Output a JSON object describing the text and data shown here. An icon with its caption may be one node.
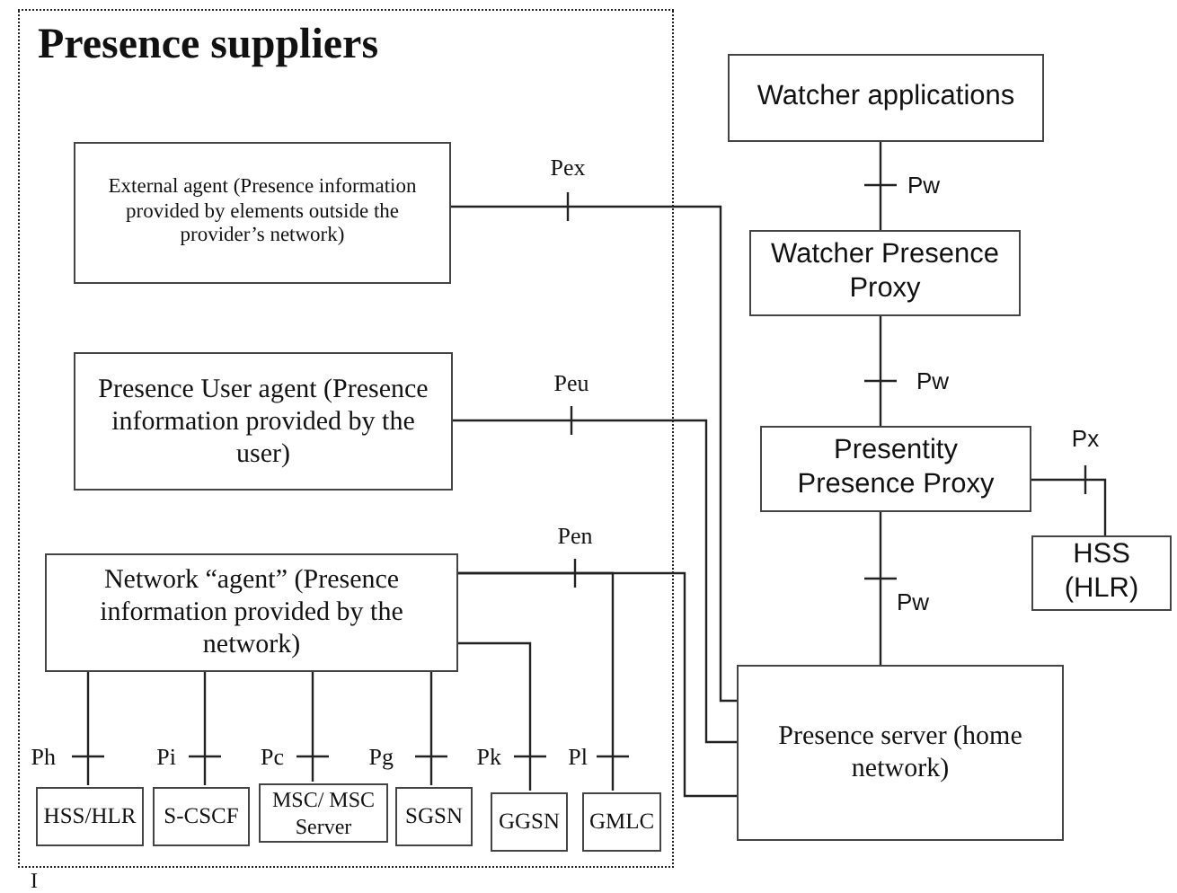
{
  "diagram": {
    "nodes": [
      {
        "text": [
          "Presence suppliers"
        ]
      },
      {
        "text": [
          "External agent (Presence information provided by elements outside the provider’s network)"
        ],
        "in": 0
      },
      {
        "text": [
          "Presence User agent (Presence information provided by the user)"
        ],
        "in": 0
      },
      {
        "text": [
          "Network “agent” (Presence information provided by the network)"
        ],
        "in": 0
      },
      {
        "text": [
          "HSS/HLR"
        ],
        "in": 0
      },
      {
        "text": [
          "S-CSCF"
        ],
        "in": 0
      },
      {
        "text": [
          "MSC/ MSC Server"
        ],
        "in": 0
      },
      {
        "text": [
          "SGSN"
        ],
        "in": 0
      },
      {
        "text": [
          "GGSN"
        ],
        "in": 0
      },
      {
        "text": [
          "GMLC"
        ],
        "in": 0
      },
      {
        "text": [
          "Watcher applications"
        ]
      },
      {
        "text": [
          "Watcher Presence Proxy"
        ]
      },
      {
        "text": [
          "Presentity Presence Proxy"
        ]
      },
      {
        "text": [
          "HSS (HLR)"
        ]
      },
      {
        "text": [
          "Presence server (home network)"
        ]
      }
    ],
    "edges": [
      {
        "from": 1,
        "to": 14,
        "arrow": "none",
        "label": "Pex"
      },
      {
        "from": 2,
        "to": 14,
        "arrow": "none",
        "label": "Peu"
      },
      {
        "from": 3,
        "to": 14,
        "arrow": "none",
        "label": "Pen"
      },
      {
        "from": 3,
        "to": 4,
        "arrow": "none",
        "label": "Ph"
      },
      {
        "from": 3,
        "to": 5,
        "arrow": "none",
        "label": "Pi"
      },
      {
        "from": 3,
        "to": 6,
        "arrow": "none",
        "label": "Pc"
      },
      {
        "from": 3,
        "to": 7,
        "arrow": "none",
        "label": "Pg"
      },
      {
        "from": 3,
        "to": 8,
        "arrow": "none",
        "label": "Pk"
      },
      {
        "from": 3,
        "to": 9,
        "arrow": "none",
        "label": "Pl"
      },
      {
        "from": 10,
        "to": 11,
        "arrow": "none",
        "label": "Pw"
      },
      {
        "from": 11,
        "to": 12,
        "arrow": "none",
        "label": "Pw"
      },
      {
        "from": 12,
        "to": 14,
        "arrow": "none",
        "label": "Pw"
      },
      {
        "from": 12,
        "to": 13,
        "arrow": "none",
        "label": "Px"
      }
    ],
    "labels": [
      "I"
    ]
  }
}
